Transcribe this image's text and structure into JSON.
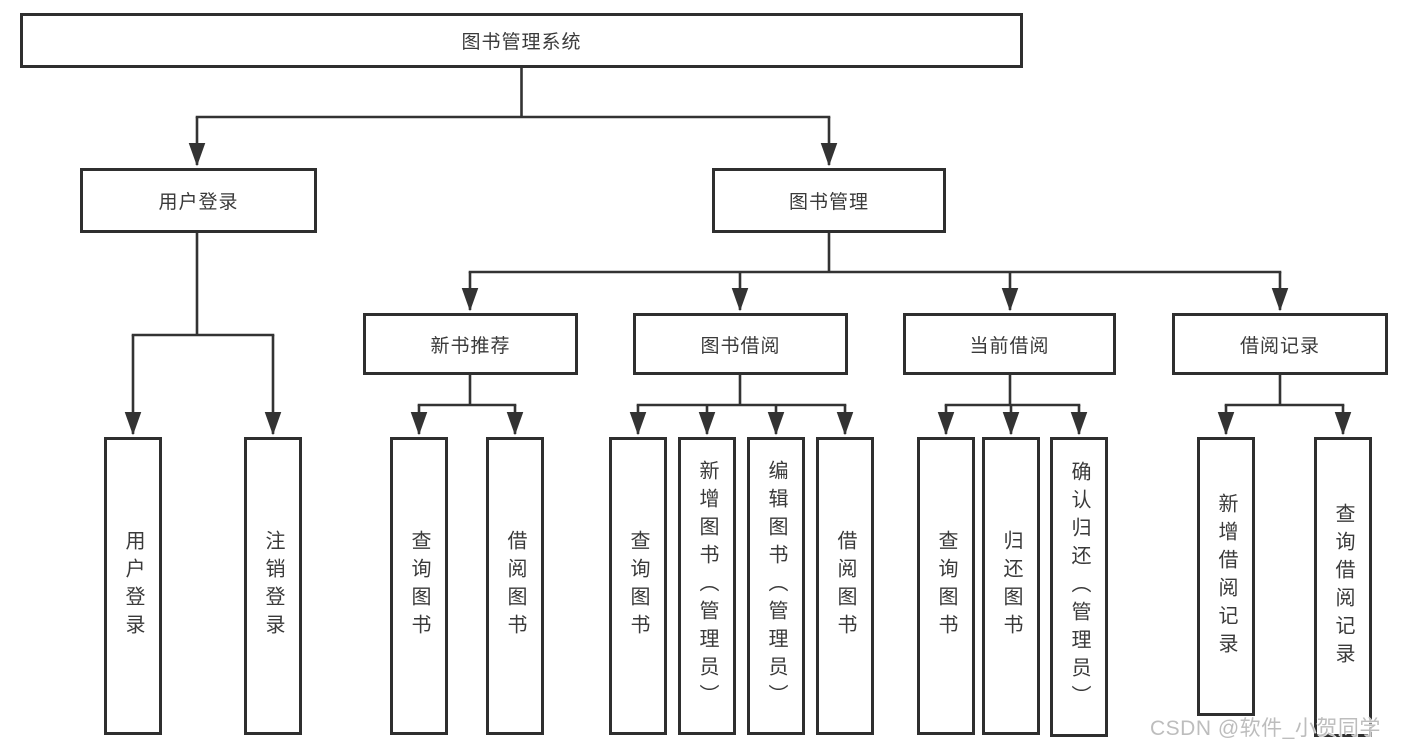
{
  "tree": {
    "root": {
      "label": "图书管理系统"
    },
    "branches": [
      {
        "label": "用户登录",
        "children": [
          {
            "label": "用户登录"
          },
          {
            "label": "注销登录"
          }
        ]
      },
      {
        "label": "图书管理",
        "children": [
          {
            "label": "新书推荐",
            "children": [
              {
                "label": "查询图书"
              },
              {
                "label": "借阅图书"
              }
            ]
          },
          {
            "label": "图书借阅",
            "children": [
              {
                "label": "查询图书"
              },
              {
                "label": "新增图书（管理员）"
              },
              {
                "label": "编辑图书（管理员）"
              },
              {
                "label": "借阅图书"
              }
            ]
          },
          {
            "label": "当前借阅",
            "children": [
              {
                "label": "查询图书"
              },
              {
                "label": "归还图书"
              },
              {
                "label": "确认归还（管理员）"
              }
            ]
          },
          {
            "label": "借阅记录",
            "children": [
              {
                "label": "新增借阅记录"
              },
              {
                "label": "查询借阅记录"
              }
            ]
          }
        ]
      }
    ]
  },
  "watermark": {
    "text": "CSDN @软件_小贺同学",
    "color": "#bdbdbd"
  },
  "colors": {
    "line": "#333333",
    "box_border": "#2f2f2f",
    "text": "#3a3a3a",
    "background": "#ffffff"
  }
}
